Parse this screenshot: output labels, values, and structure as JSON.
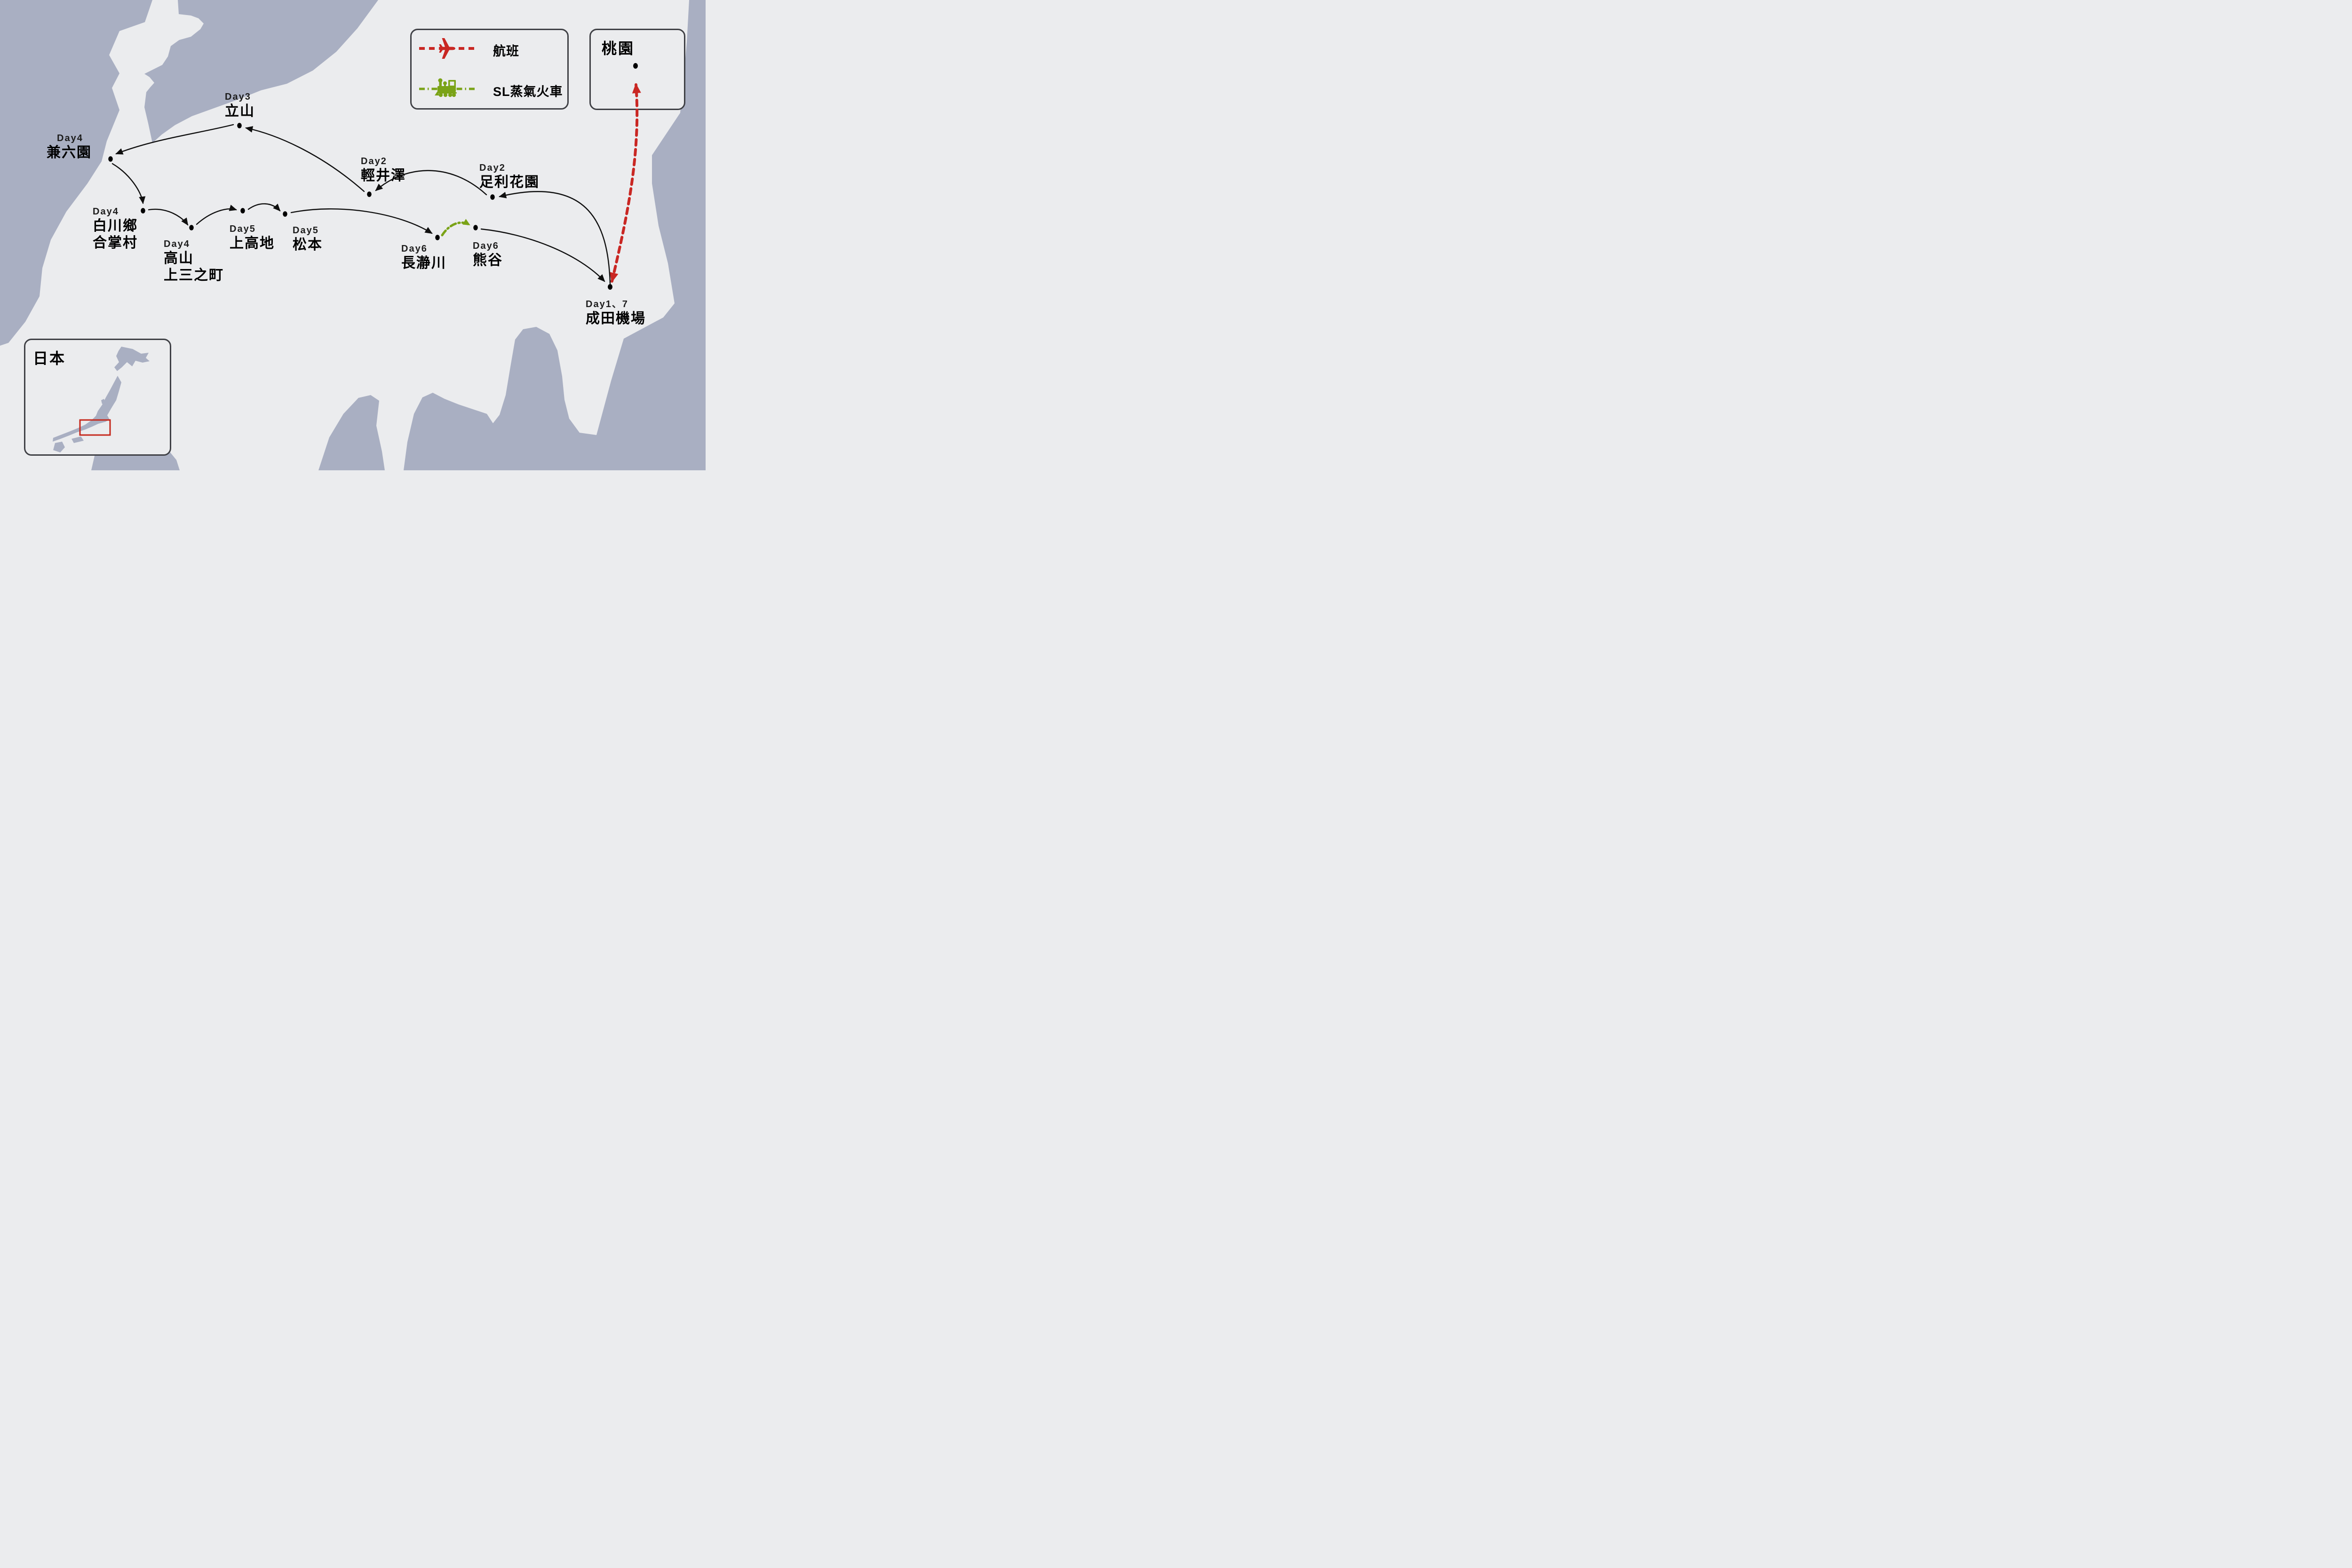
{
  "map": {
    "region_note": "central-honshu-travel-itinerary-map",
    "colors": {
      "sea": "#a9afc2",
      "land": "#ebecee",
      "route_black": "#0f0f0f",
      "flight_red": "#c92723",
      "train_green": "#7aa317",
      "box_border": "#3f4045",
      "inset_highlight_red": "#c5281c"
    }
  },
  "legend": {
    "flight_label": "航班",
    "train_label": "SL蒸氣火車"
  },
  "taoyuan_box": {
    "title": "桃園"
  },
  "inset_box": {
    "title": "日本"
  },
  "locations": [
    {
      "id": "tateyama",
      "day": "Day3",
      "name": "立山"
    },
    {
      "id": "kenrokuen",
      "day": "Day4",
      "name": "兼六園"
    },
    {
      "id": "shirakawago",
      "day": "Day4",
      "name": "白川鄉",
      "name2": "合掌村"
    },
    {
      "id": "takayama",
      "day": "Day4",
      "name": "高山",
      "name2": "上三之町"
    },
    {
      "id": "kamikochi",
      "day": "Day5",
      "name": "上高地"
    },
    {
      "id": "matsumoto",
      "day": "Day5",
      "name": "松本"
    },
    {
      "id": "karuizawa",
      "day": "Day2",
      "name": "輕井澤"
    },
    {
      "id": "ashikaga",
      "day": "Day2",
      "name": "足利花園"
    },
    {
      "id": "nagatoro",
      "day": "Day6",
      "name": "長瀞川"
    },
    {
      "id": "kumagaya",
      "day": "Day6",
      "name": "熊谷"
    },
    {
      "id": "narita",
      "day": "Day1、7",
      "name": "成田機場"
    }
  ],
  "routes": [
    {
      "from": "桃園",
      "to": "成田機場",
      "mode": "flight"
    },
    {
      "from": "成田機場",
      "to": "足利花園",
      "mode": "ground"
    },
    {
      "from": "足利花園",
      "to": "輕井澤",
      "mode": "ground"
    },
    {
      "from": "輕井澤",
      "to": "立山",
      "mode": "ground"
    },
    {
      "from": "立山",
      "to": "兼六園",
      "mode": "ground"
    },
    {
      "from": "兼六園",
      "to": "白川鄉合掌村",
      "mode": "ground"
    },
    {
      "from": "白川鄉合掌村",
      "to": "高山上三之町",
      "mode": "ground"
    },
    {
      "from": "高山上三之町",
      "to": "上高地",
      "mode": "ground"
    },
    {
      "from": "上高地",
      "to": "松本",
      "mode": "ground"
    },
    {
      "from": "松本",
      "to": "長瀞川",
      "mode": "ground"
    },
    {
      "from": "長瀞川",
      "to": "熊谷",
      "mode": "sl-steam-train"
    },
    {
      "from": "熊谷",
      "to": "成田機場",
      "mode": "ground"
    }
  ]
}
